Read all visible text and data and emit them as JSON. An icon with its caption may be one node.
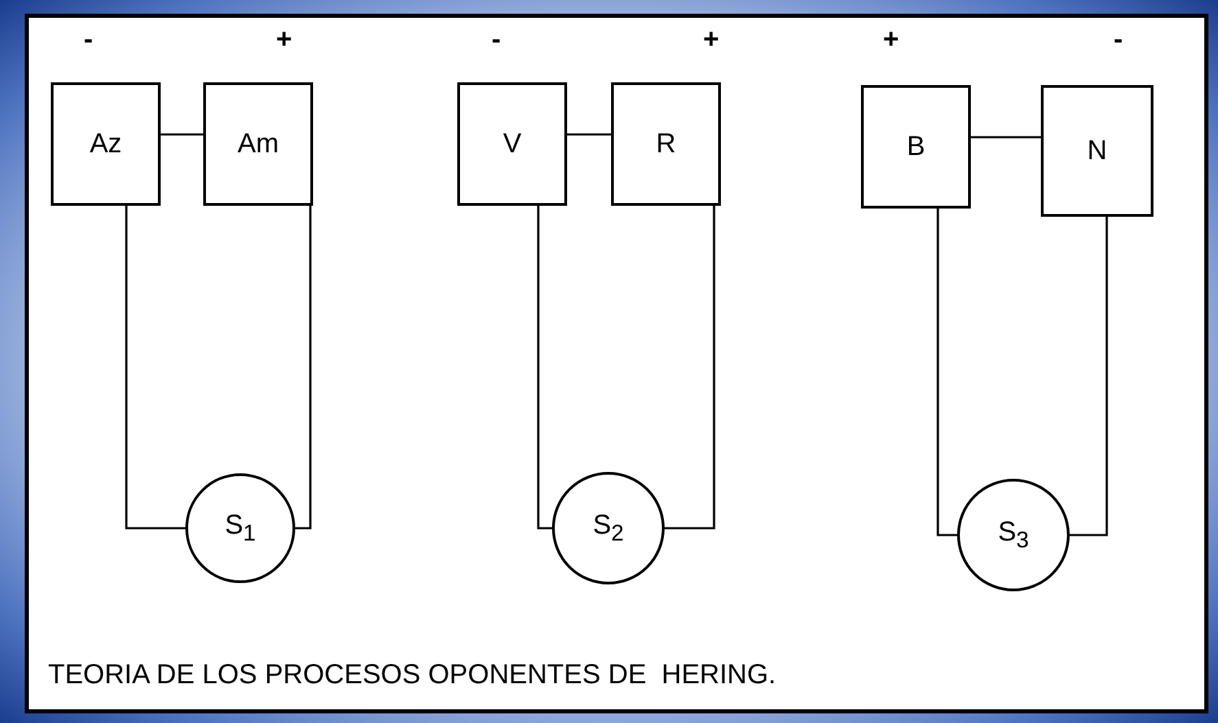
{
  "diagram": {
    "caption": "TEORIA DE LOS PROCESOS OPONENTES DE  HERING.",
    "nodes": [
      {
        "text": [
          "Az"
        ]
      },
      {
        "text": [
          "Am"
        ]
      },
      {
        "text": [
          "V"
        ]
      },
      {
        "text": [
          "R"
        ]
      },
      {
        "text": [
          "B"
        ]
      },
      {
        "text": [
          "N"
        ]
      },
      {
        "text": [
          "S$_{1}$"
        ]
      },
      {
        "text": [
          "S$_{2}$"
        ]
      },
      {
        "text": [
          "S$_{3}$"
        ]
      }
    ],
    "edges": [
      {
        "from": 0,
        "to": 1,
        "arrow": "none"
      },
      {
        "from": 2,
        "to": 3,
        "arrow": "none"
      },
      {
        "from": 4,
        "to": 5,
        "arrow": "none"
      },
      {
        "from": 0,
        "to": 6,
        "arrow": "none"
      },
      {
        "from": 1,
        "to": 6,
        "arrow": "none"
      },
      {
        "from": 2,
        "to": 7,
        "arrow": "none"
      },
      {
        "from": 3,
        "to": 7,
        "arrow": "none"
      },
      {
        "from": 4,
        "to": 8,
        "arrow": "none"
      },
      {
        "from": 5,
        "to": 8,
        "arrow": "none"
      }
    ],
    "labels": [
      "-",
      "+",
      "-",
      "+",
      "+",
      "-"
    ]
  }
}
